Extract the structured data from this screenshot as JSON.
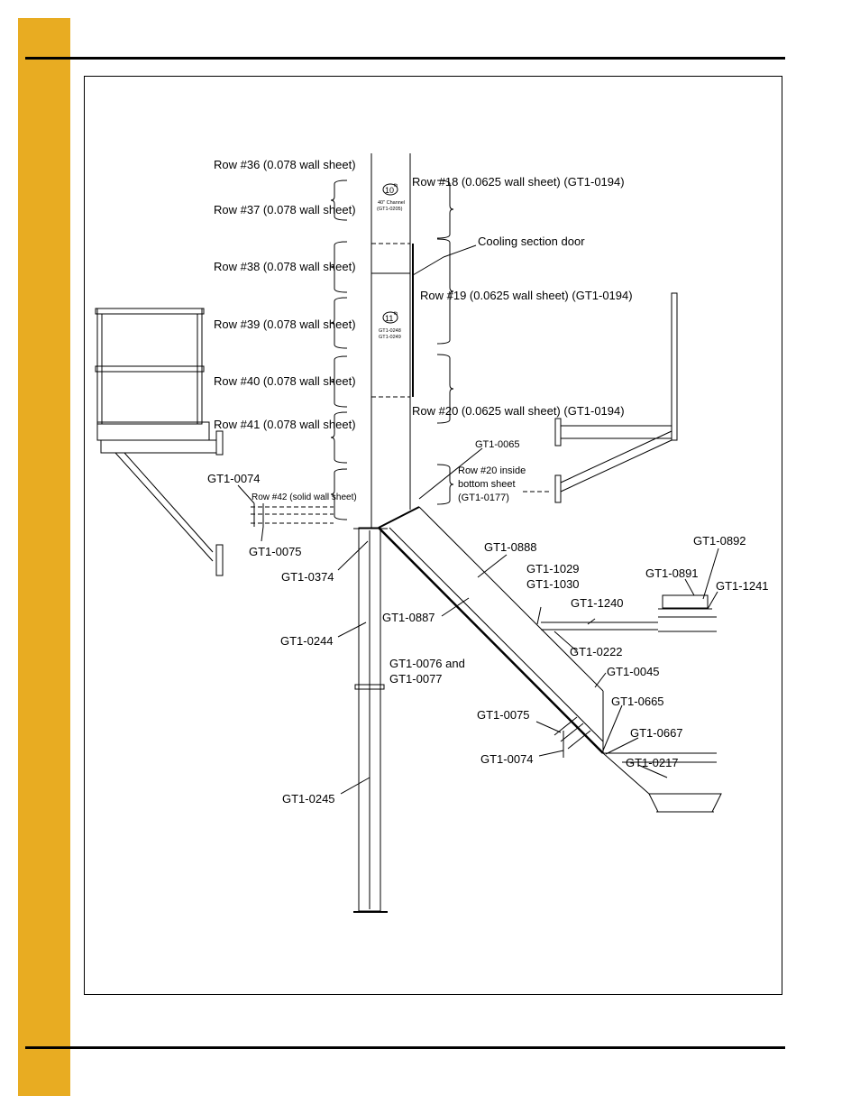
{
  "rows_left": [
    "Row #36 (0.078 wall sheet)",
    "Row #37 (0.078 wall sheet)",
    "Row #38 (0.078 wall sheet)",
    "Row #39 (0.078 wall sheet)",
    "Row #40 (0.078 wall sheet)",
    "Row #41 (0.078 wall sheet)",
    "Row #42 (solid wall sheet)"
  ],
  "rows_right": [
    "Row #18 (0.0625 wall sheet) (GT1-0194)",
    "Row #19 (0.0625 wall sheet) (GT1-0194)",
    "Row #20 (0.0625 wall sheet) (GT1-0194)"
  ],
  "inside_sheet": [
    "Row #20 inside",
    "bottom sheet",
    "(GT1-0177)"
  ],
  "door_label": "Cooling section door",
  "badges": [
    {
      "num": "10",
      "sup": "th",
      "lines": [
        "40\" Channel",
        "(GT1-0205)"
      ]
    },
    {
      "num": "11",
      "sup": "th",
      "lines": [
        "GT1-0248",
        "GT1-0249"
      ]
    }
  ],
  "parts": {
    "gt1_0065": "GT1-0065",
    "gt1_0074_a": "GT1-0074",
    "gt1_0075_a": "GT1-0075",
    "gt1_0374": "GT1-0374",
    "gt1_0244": "GT1-0244",
    "gt1_0245": "GT1-0245",
    "gt1_0887": "GT1-0887",
    "gt1_0888": "GT1-0888",
    "gt1_0076_77": [
      "GT1-0076 and",
      "GT1-0077"
    ],
    "gt1_1029_30": [
      "GT1-1029",
      "GT1-1030"
    ],
    "gt1_1240": "GT1-1240",
    "gt1_0222": "GT1-0222",
    "gt1_0045": "GT1-0045",
    "gt1_0665": "GT1-0665",
    "gt1_0667": "GT1-0667",
    "gt1_0217": "GT1-0217",
    "gt1_0075_b": "GT1-0075",
    "gt1_0074_b": "GT1-0074",
    "gt1_0891": "GT1-0891",
    "gt1_0892": "GT1-0892",
    "gt1_1241": "GT1-1241"
  }
}
